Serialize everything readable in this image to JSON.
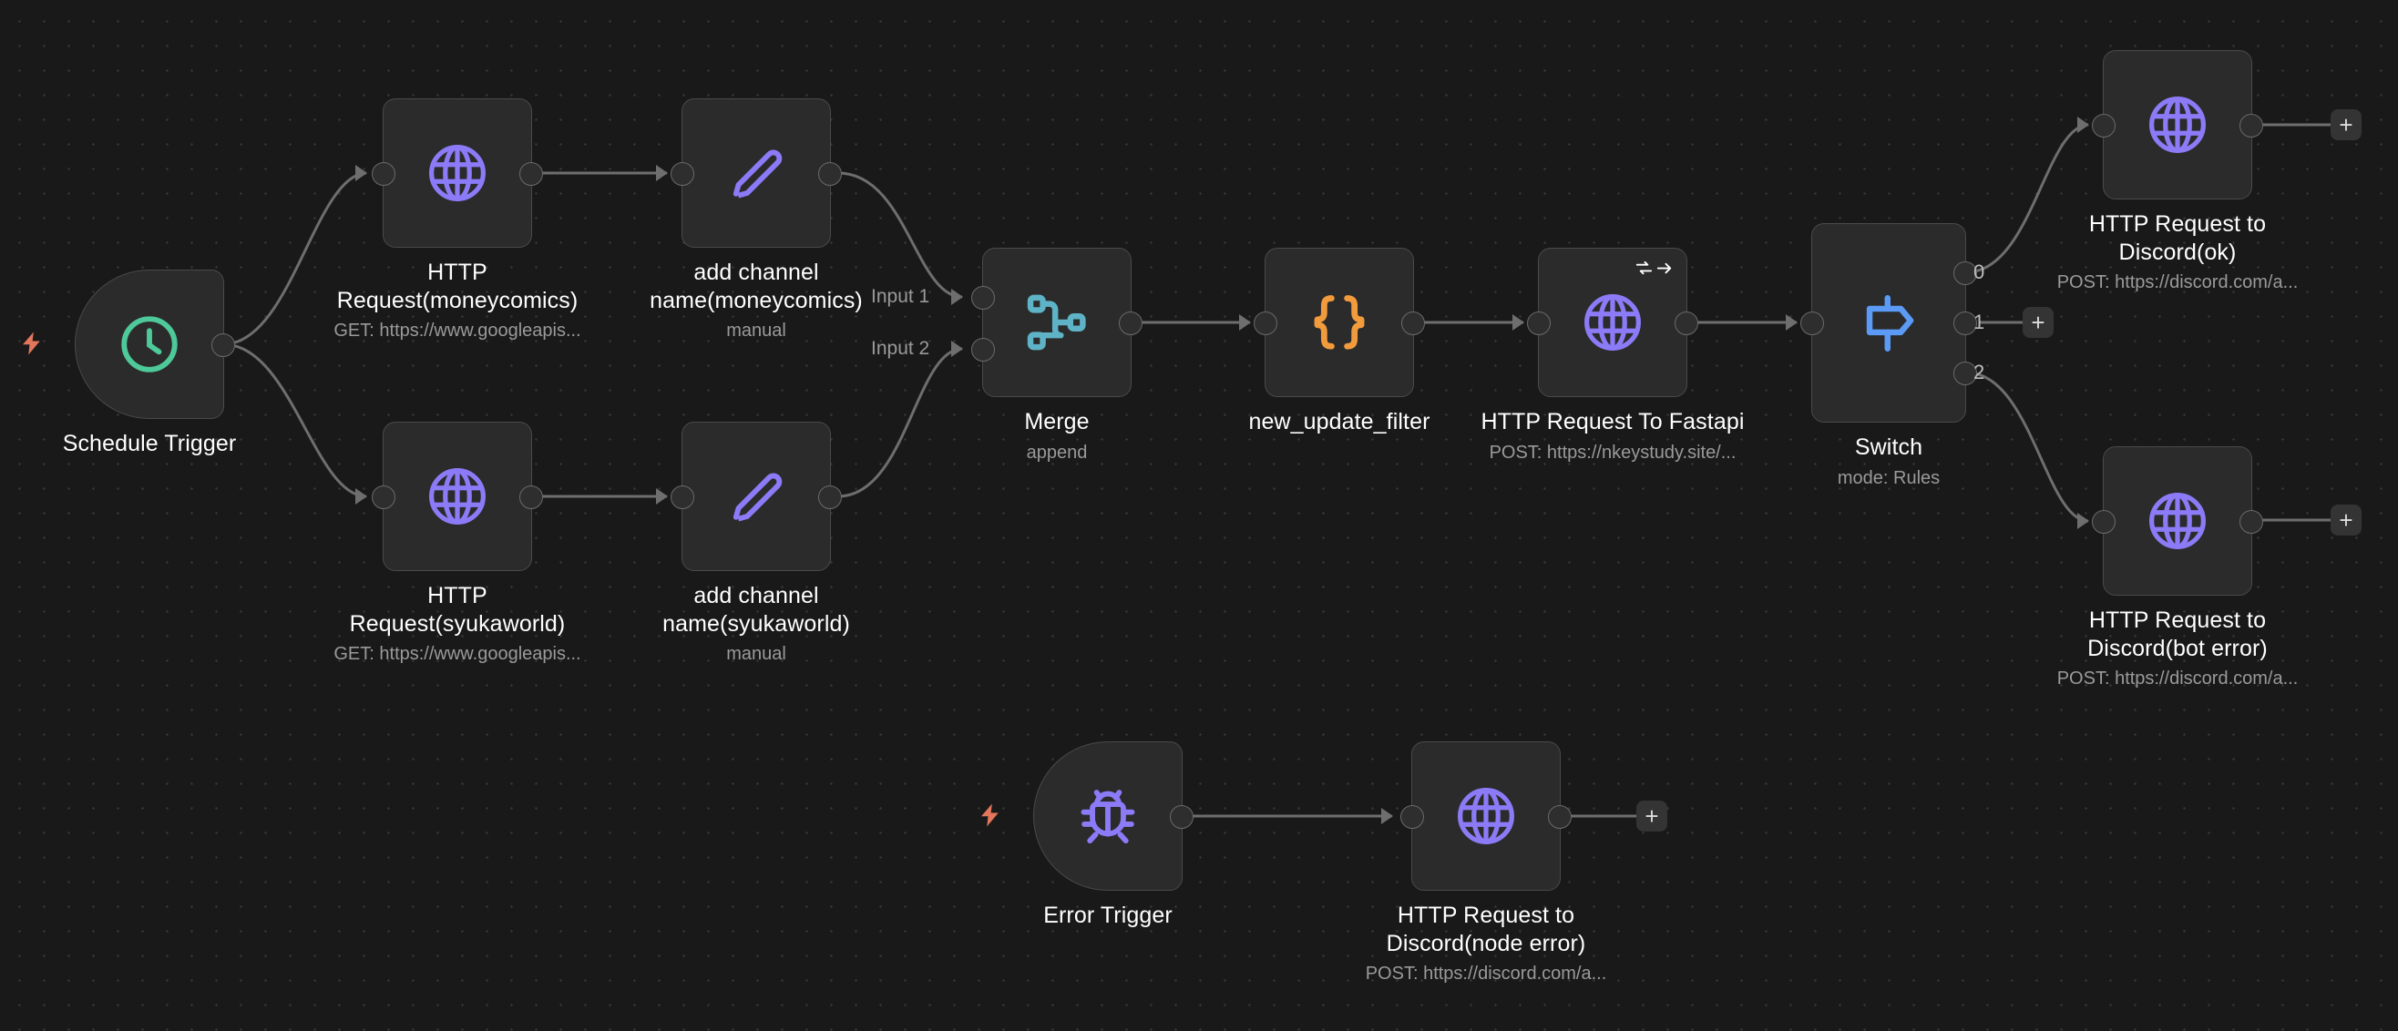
{
  "app": {
    "name": "n8n-workflow-canvas",
    "background_color": "#191919",
    "node_color": "#2b2b2b",
    "node_border_color": "#4a4a4a",
    "edge_color": "#6e6e6e"
  },
  "nodes": [
    {
      "id": "schedule-trigger",
      "name": "Schedule Trigger",
      "subtitle": "",
      "icon": "clock-icon",
      "icon_color": "#4ec99a",
      "kind": "trigger",
      "has_bolt": true
    },
    {
      "id": "http-request-moneycomics",
      "name": "HTTP\nRequest(moneycomics)",
      "subtitle": "GET: https://www.googleapis...",
      "icon": "globe-icon",
      "icon_color": "#8b7bf7",
      "kind": "action",
      "has_bolt": false
    },
    {
      "id": "add-channel-name-moneycomics",
      "name": "add channel\nname(moneycomics)",
      "subtitle": "manual",
      "icon": "pencil-icon",
      "icon_color": "#8b7bf7",
      "kind": "action",
      "has_bolt": false
    },
    {
      "id": "http-request-syukaworld",
      "name": "HTTP\nRequest(syukaworld)",
      "subtitle": "GET: https://www.googleapis...",
      "icon": "globe-icon",
      "icon_color": "#8b7bf7",
      "kind": "action",
      "has_bolt": false
    },
    {
      "id": "add-channel-name-syukaworld",
      "name": "add channel\nname(syukaworld)",
      "subtitle": "manual",
      "icon": "pencil-icon",
      "icon_color": "#8b7bf7",
      "kind": "action",
      "has_bolt": false
    },
    {
      "id": "merge",
      "name": "Merge",
      "subtitle": "append",
      "icon": "merge-icon",
      "icon_color": "#5eb3c7",
      "kind": "action",
      "input_labels": [
        "Input 1",
        "Input 2"
      ],
      "has_bolt": false
    },
    {
      "id": "new-update-filter",
      "name": "new_update_filter",
      "subtitle": "",
      "icon": "code-braces-icon",
      "icon_color": "#f29b3d",
      "kind": "action",
      "has_bolt": false
    },
    {
      "id": "http-request-to-fastapi",
      "name": "HTTP Request To Fastapi",
      "subtitle": "POST: https://nkeystudy.site/...",
      "icon": "globe-icon",
      "icon_color": "#8b7bf7",
      "kind": "action",
      "badge": "retry-on-fail-icon",
      "has_bolt": false
    },
    {
      "id": "switch",
      "name": "Switch",
      "subtitle": "mode: Rules",
      "icon": "signpost-icon",
      "icon_color": "#5b9bf5",
      "kind": "action",
      "outputs": [
        "0",
        "1",
        "2"
      ],
      "has_bolt": false
    },
    {
      "id": "http-request-to-discord-ok",
      "name": "HTTP Request to\nDiscord(ok)",
      "subtitle": "POST: https://discord.com/a...",
      "icon": "globe-icon",
      "icon_color": "#8b7bf7",
      "kind": "action",
      "has_bolt": false
    },
    {
      "id": "http-request-to-discord-bot-error",
      "name": "HTTP Request to\nDiscord(bot error)",
      "subtitle": "POST: https://discord.com/a...",
      "icon": "globe-icon",
      "icon_color": "#8b7bf7",
      "kind": "action",
      "has_bolt": false
    },
    {
      "id": "error-trigger",
      "name": "Error Trigger",
      "subtitle": "",
      "icon": "bug-icon",
      "icon_color": "#8b7bf7",
      "kind": "trigger",
      "has_bolt": true
    },
    {
      "id": "http-request-to-discord-node-error",
      "name": "HTTP Request to\nDiscord(node error)",
      "subtitle": "POST: https://discord.com/a...",
      "icon": "globe-icon",
      "icon_color": "#8b7bf7",
      "kind": "action",
      "has_bolt": false
    }
  ],
  "add_buttons": [
    {
      "id": "add-after-discord-ok",
      "label": "+"
    },
    {
      "id": "add-after-switch-output-1",
      "label": "+"
    },
    {
      "id": "add-after-discord-bot-error",
      "label": "+"
    },
    {
      "id": "add-after-discord-node-error",
      "label": "+"
    }
  ]
}
